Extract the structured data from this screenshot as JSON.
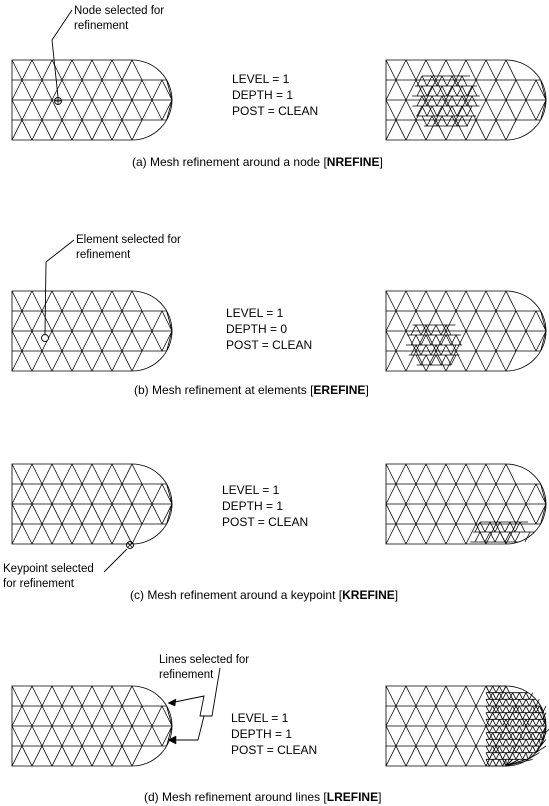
{
  "panels": [
    {
      "id": "a",
      "callout": [
        "Node selected for",
        "refinement"
      ],
      "params": [
        "LEVEL = 1",
        "DEPTH = 1",
        "POST = CLEAN"
      ],
      "caption_prefix": "(a) Mesh refinement around a node [",
      "caption_cmd": "NREFINE",
      "caption_suffix": "]"
    },
    {
      "id": "b",
      "callout": [
        "Element selected for",
        "refinement"
      ],
      "params": [
        "LEVEL = 1",
        "DEPTH = 0",
        "POST = CLEAN"
      ],
      "caption_prefix": "(b) Mesh refinement at elements [",
      "caption_cmd": "EREFINE",
      "caption_suffix": "]"
    },
    {
      "id": "c",
      "callout": [
        "Keypoint selected",
        "for refinement"
      ],
      "params": [
        "LEVEL = 1",
        "DEPTH = 1",
        "POST = CLEAN"
      ],
      "caption_prefix": "(c) Mesh refinement around a keypoint [",
      "caption_cmd": "KREFINE",
      "caption_suffix": "]"
    },
    {
      "id": "d",
      "callout": [
        "Lines selected for",
        "refinement"
      ],
      "params": [
        "LEVEL = 1",
        "DEPTH = 1",
        "POST = CLEAN"
      ],
      "caption_prefix": "(d) Mesh refinement around lines [",
      "caption_cmd": "LREFINE",
      "caption_suffix": "]"
    }
  ]
}
